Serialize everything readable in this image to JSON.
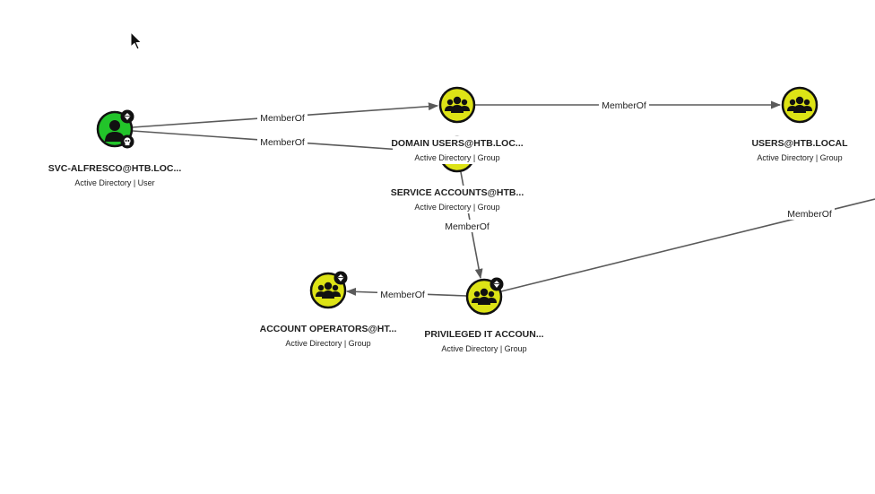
{
  "nodes": [
    {
      "id": "svc",
      "title": "SVC-ALFRESCO@HTB.LOC...",
      "subtitle": "Active Directory | User",
      "type": "user",
      "color": "#22c42a",
      "badges": [
        "diamond-badge-icon",
        "skull-badge-icon"
      ]
    },
    {
      "id": "svcacc",
      "title": "SERVICE ACCOUNTS@HTB...",
      "subtitle": "Active Directory | Group",
      "type": "group",
      "color": "#dde316",
      "badges": []
    },
    {
      "id": "domusers",
      "title": "DOMAIN USERS@HTB.LOC...",
      "subtitle": "Active Directory | Group",
      "type": "group",
      "color": "#dde316",
      "badges": []
    },
    {
      "id": "users",
      "title": "USERS@HTB.LOCAL",
      "subtitle": "Active Directory | Group",
      "type": "group",
      "color": "#dde316",
      "badges": []
    },
    {
      "id": "accops",
      "title": "ACCOUNT OPERATORS@HT...",
      "subtitle": "Active Directory | Group",
      "type": "group",
      "color": "#dde316",
      "badges": [
        "diamond-badge-icon"
      ]
    },
    {
      "id": "privit",
      "title": "PRIVILEGED IT ACCOUN...",
      "subtitle": "Active Directory | Group",
      "type": "group",
      "color": "#dde316",
      "badges": [
        "diamond-badge-icon"
      ]
    }
  ],
  "edges": [
    {
      "from": "svc",
      "to": "domusers",
      "label": "MemberOf"
    },
    {
      "from": "svc",
      "to": "svcacc",
      "label": "MemberOf"
    },
    {
      "from": "domusers",
      "to": "users",
      "label": "MemberOf"
    },
    {
      "from": "svcacc",
      "to": "privit",
      "label": "MemberOf"
    },
    {
      "from": "privit",
      "to": "accops",
      "label": "MemberOf"
    },
    {
      "from": "privit",
      "to": "offscreen",
      "label": "MemberOf"
    }
  ],
  "cursor_icon": "mouse-pointer-icon"
}
